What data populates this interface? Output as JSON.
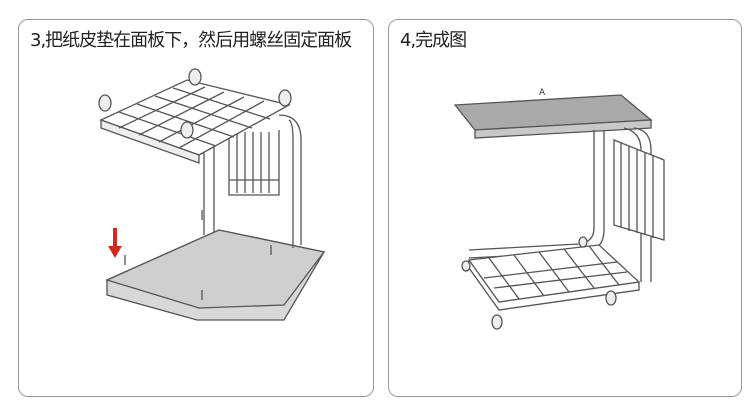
{
  "steps": [
    {
      "title": "3,把纸皮垫在面板下，然后用螺丝固定面板"
    },
    {
      "title": "4,完成图",
      "label_a": "A"
    }
  ],
  "colors": {
    "arrow": "#d42a1e",
    "board": "#a9a9a9",
    "frame": "#555555"
  }
}
